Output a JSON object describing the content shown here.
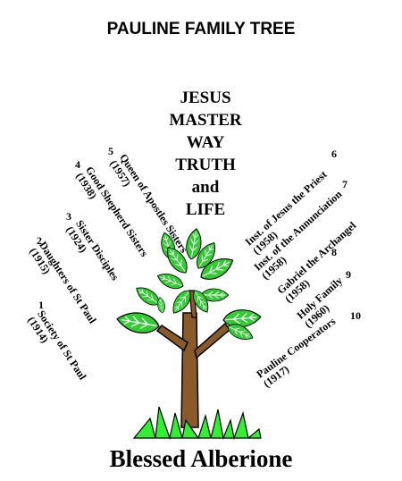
{
  "title": "PAULINE FAMILY TREE",
  "motto": [
    "JESUS",
    "MASTER",
    "WAY",
    "TRUTH",
    "and",
    "LIFE"
  ],
  "founder": "Blessed Alberione",
  "branches": [
    {
      "number": "1",
      "name": "Society of St Paul",
      "year": "(1914)"
    },
    {
      "number": "2",
      "name": "Daughters of St Paul",
      "year": "(1915)"
    },
    {
      "number": "3",
      "name": "Sister Disciples",
      "year": "(1924)"
    },
    {
      "number": "4",
      "name": "Good Shepherd Sisters",
      "year": "(1938)"
    },
    {
      "number": "5",
      "name": "Queen of Apostles Sisters",
      "year": "(1957)"
    },
    {
      "number": "6",
      "name": "Inst. of Jesus the Priest",
      "year": "(1958)"
    },
    {
      "number": "7",
      "name": "Inst. of the Annunciation",
      "year": "(1958)"
    },
    {
      "number": "8",
      "name": "Gabriel the Archangel",
      "year": "(1958)"
    },
    {
      "number": "9",
      "name": "Holy Family",
      "year": "(1960)"
    },
    {
      "number": "10",
      "name": "Pauline Cooperators",
      "year": "(1917)"
    }
  ],
  "colors": {
    "leaf": "#33cc33",
    "leaf_vein": "#ffffff",
    "trunk": "#8b5a2b",
    "grass": "#33ee33",
    "outline": "#000000"
  }
}
